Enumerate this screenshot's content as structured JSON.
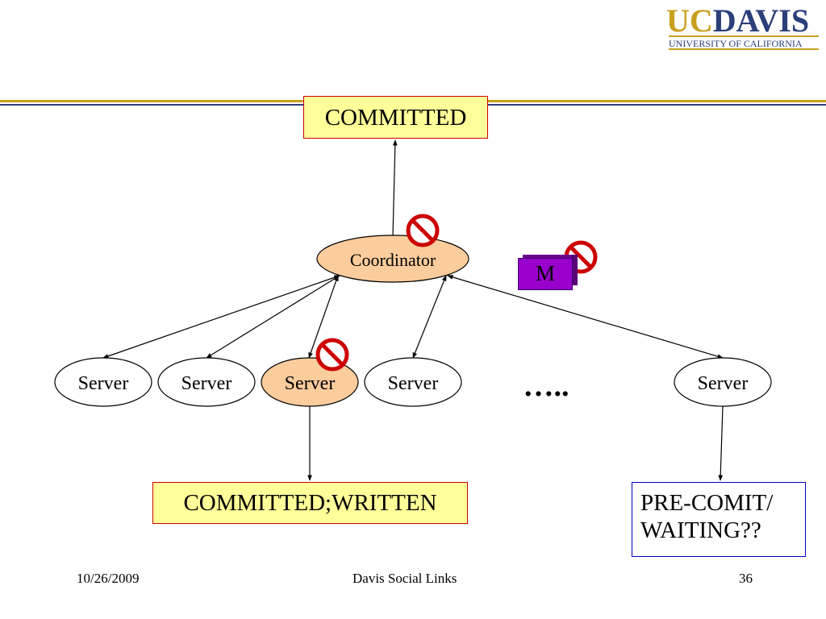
{
  "logo": {
    "uc": "UC",
    "davis": "DAVIS",
    "subtitle": "UNIVERSITY OF CALIFORNIA"
  },
  "diagram": {
    "top_state": "COMMITTED",
    "coordinator": "Coordinator",
    "message": "M",
    "servers": [
      "Server",
      "Server",
      "Server",
      "Server",
      "Server"
    ],
    "ellipsis": "…..",
    "left_state": "COMMITTED;WRITTEN",
    "right_state_line1": "PRE-COMIT/",
    "right_state_line2": "WAITING??"
  },
  "footer": {
    "date": "10/26/2009",
    "title": "Davis Social Links",
    "page": "36"
  },
  "colors": {
    "gold": "#c8a01e",
    "navy": "#2b3f7a",
    "coordinator_fill": "#fbcc9c",
    "state_fill": "#ffff99",
    "message_fill": "#9900cc",
    "no_symbol": "#cc0000"
  }
}
